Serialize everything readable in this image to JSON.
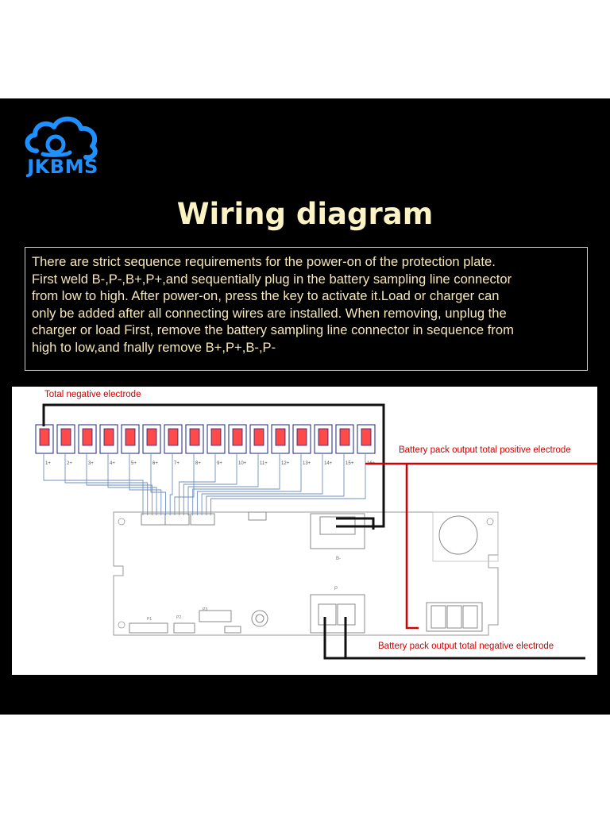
{
  "brand": {
    "name": "JKBMS",
    "color": "#1e90ff",
    "icon": "cloud-logo-icon"
  },
  "title": "Wiring diagram",
  "instructions": [
    "There are strict sequence requirements for the power-on of the protection plate.",
    "First weld B-,P-,B+,P+,and sequentially plug in the battery sampling line connector",
    "from low to high. After power-on, press the key to activate it.Load or charger can",
    "only be added after all connecting wires are installed. When removing, unplug the",
    "charger or load First, remove the battery sampling line connector in sequence from",
    "high to low,and fnally remove B+,P+,B-,P-"
  ],
  "diagram": {
    "total_negative_label": "Total negative electrode",
    "positive_output_label": "Battery pack output total positive electrode",
    "negative_output_label": "Battery pack output total negative electrode",
    "cell_labels": [
      "1+",
      "2+",
      "3+",
      "4+",
      "5+",
      "6+",
      "7+",
      "8+",
      "9+",
      "10+",
      "11+",
      "12+",
      "13+",
      "14+",
      "15+",
      "16+"
    ],
    "board_marks": {
      "b_minus": "B-",
      "p_minus": "P",
      "p1": "P1",
      "p2": "P2",
      "p3": "P3"
    },
    "colors": {
      "wire_black": "#111111",
      "wire_red": "#d40000",
      "cell_fill": "#ff4a4a",
      "board_stroke": "#9a9a9a"
    }
  }
}
